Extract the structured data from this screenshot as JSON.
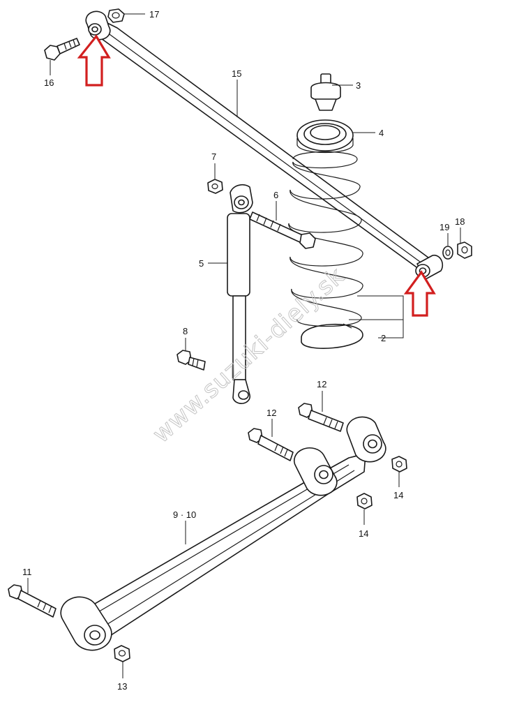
{
  "watermark": "www.suzuki-diely.sk",
  "callouts": {
    "c2": "2",
    "c3": "3",
    "c4": "4",
    "c5": "5",
    "c6": "6",
    "c7": "7",
    "c8": "8",
    "c9_10": "9 · 10",
    "c11": "11",
    "c12a": "12",
    "c12b": "12",
    "c13": "13",
    "c14a": "14",
    "c14b": "14",
    "c15": "15",
    "c16": "16",
    "c17": "17",
    "c18": "18",
    "c19": "19"
  },
  "colors": {
    "line": "#1a1a1a",
    "arrow_highlight": "#d21f1f",
    "watermark": "#c4c4c4",
    "background": "#ffffff"
  }
}
